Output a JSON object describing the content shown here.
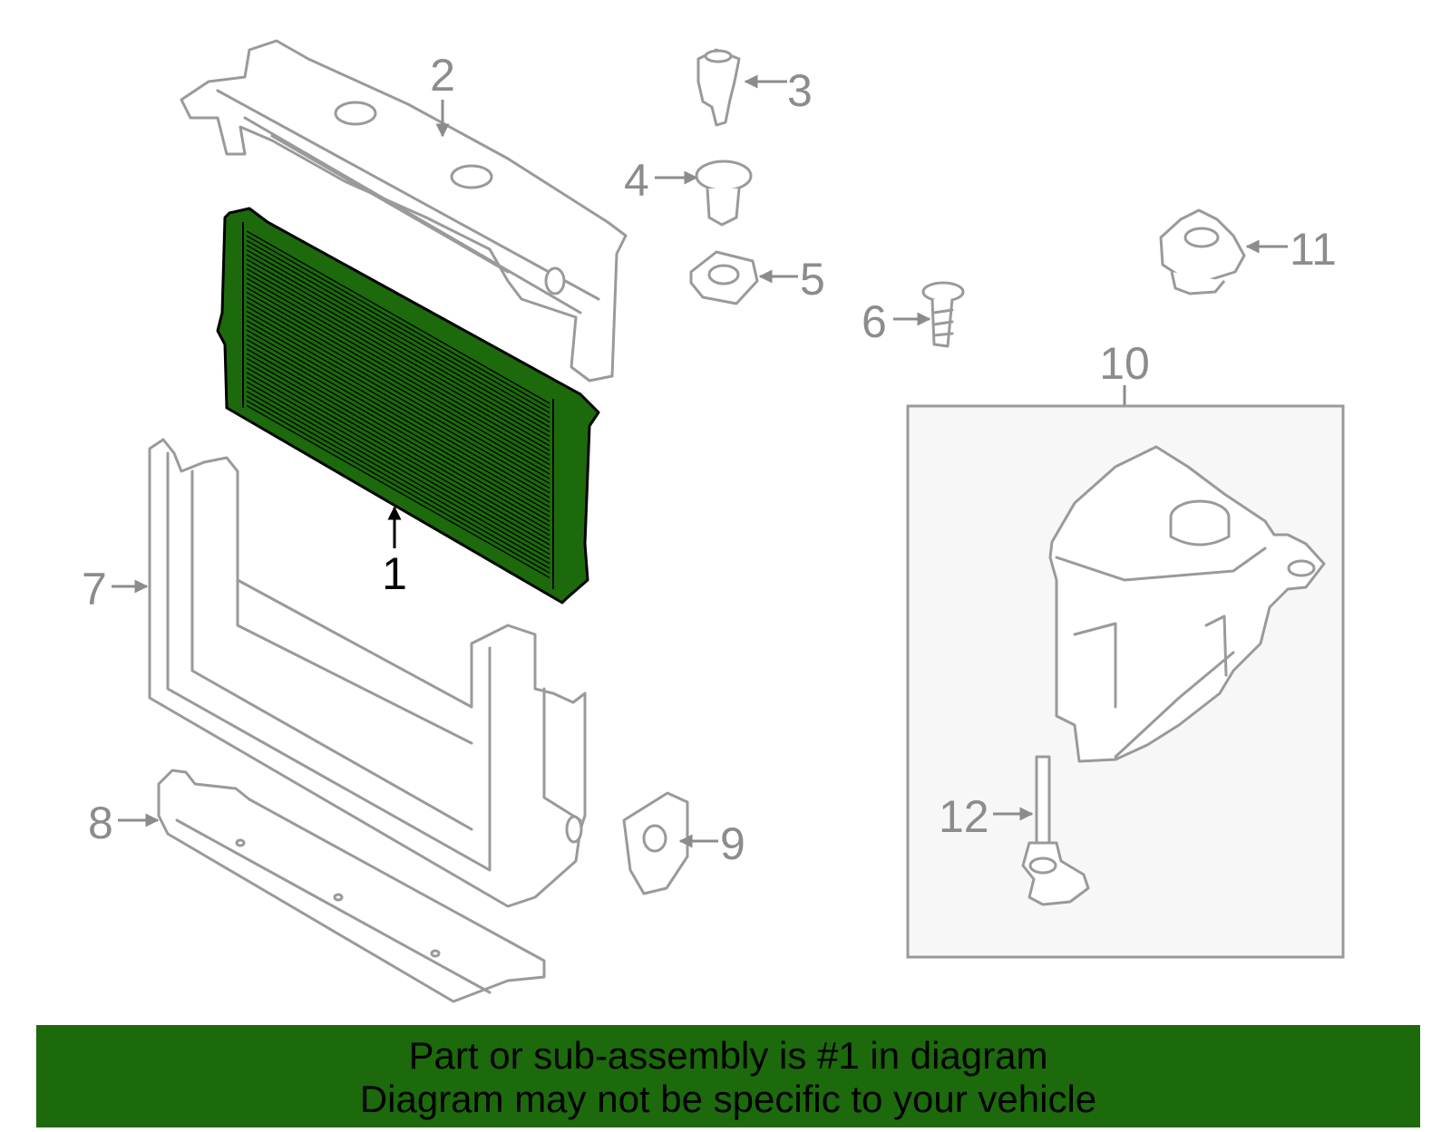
{
  "callouts": {
    "c1": "1",
    "c2": "2",
    "c3": "3",
    "c4": "4",
    "c5": "5",
    "c6": "6",
    "c7": "7",
    "c8": "8",
    "c9": "9",
    "c10": "10",
    "c11": "11",
    "c12": "12"
  },
  "highlight": {
    "part": "1",
    "color": "#1c6a0c"
  },
  "banner": {
    "line1": "Part or sub-assembly is #1 in diagram",
    "line2": "Diagram may not be specific to your vehicle",
    "background": "#1c6a0c"
  }
}
